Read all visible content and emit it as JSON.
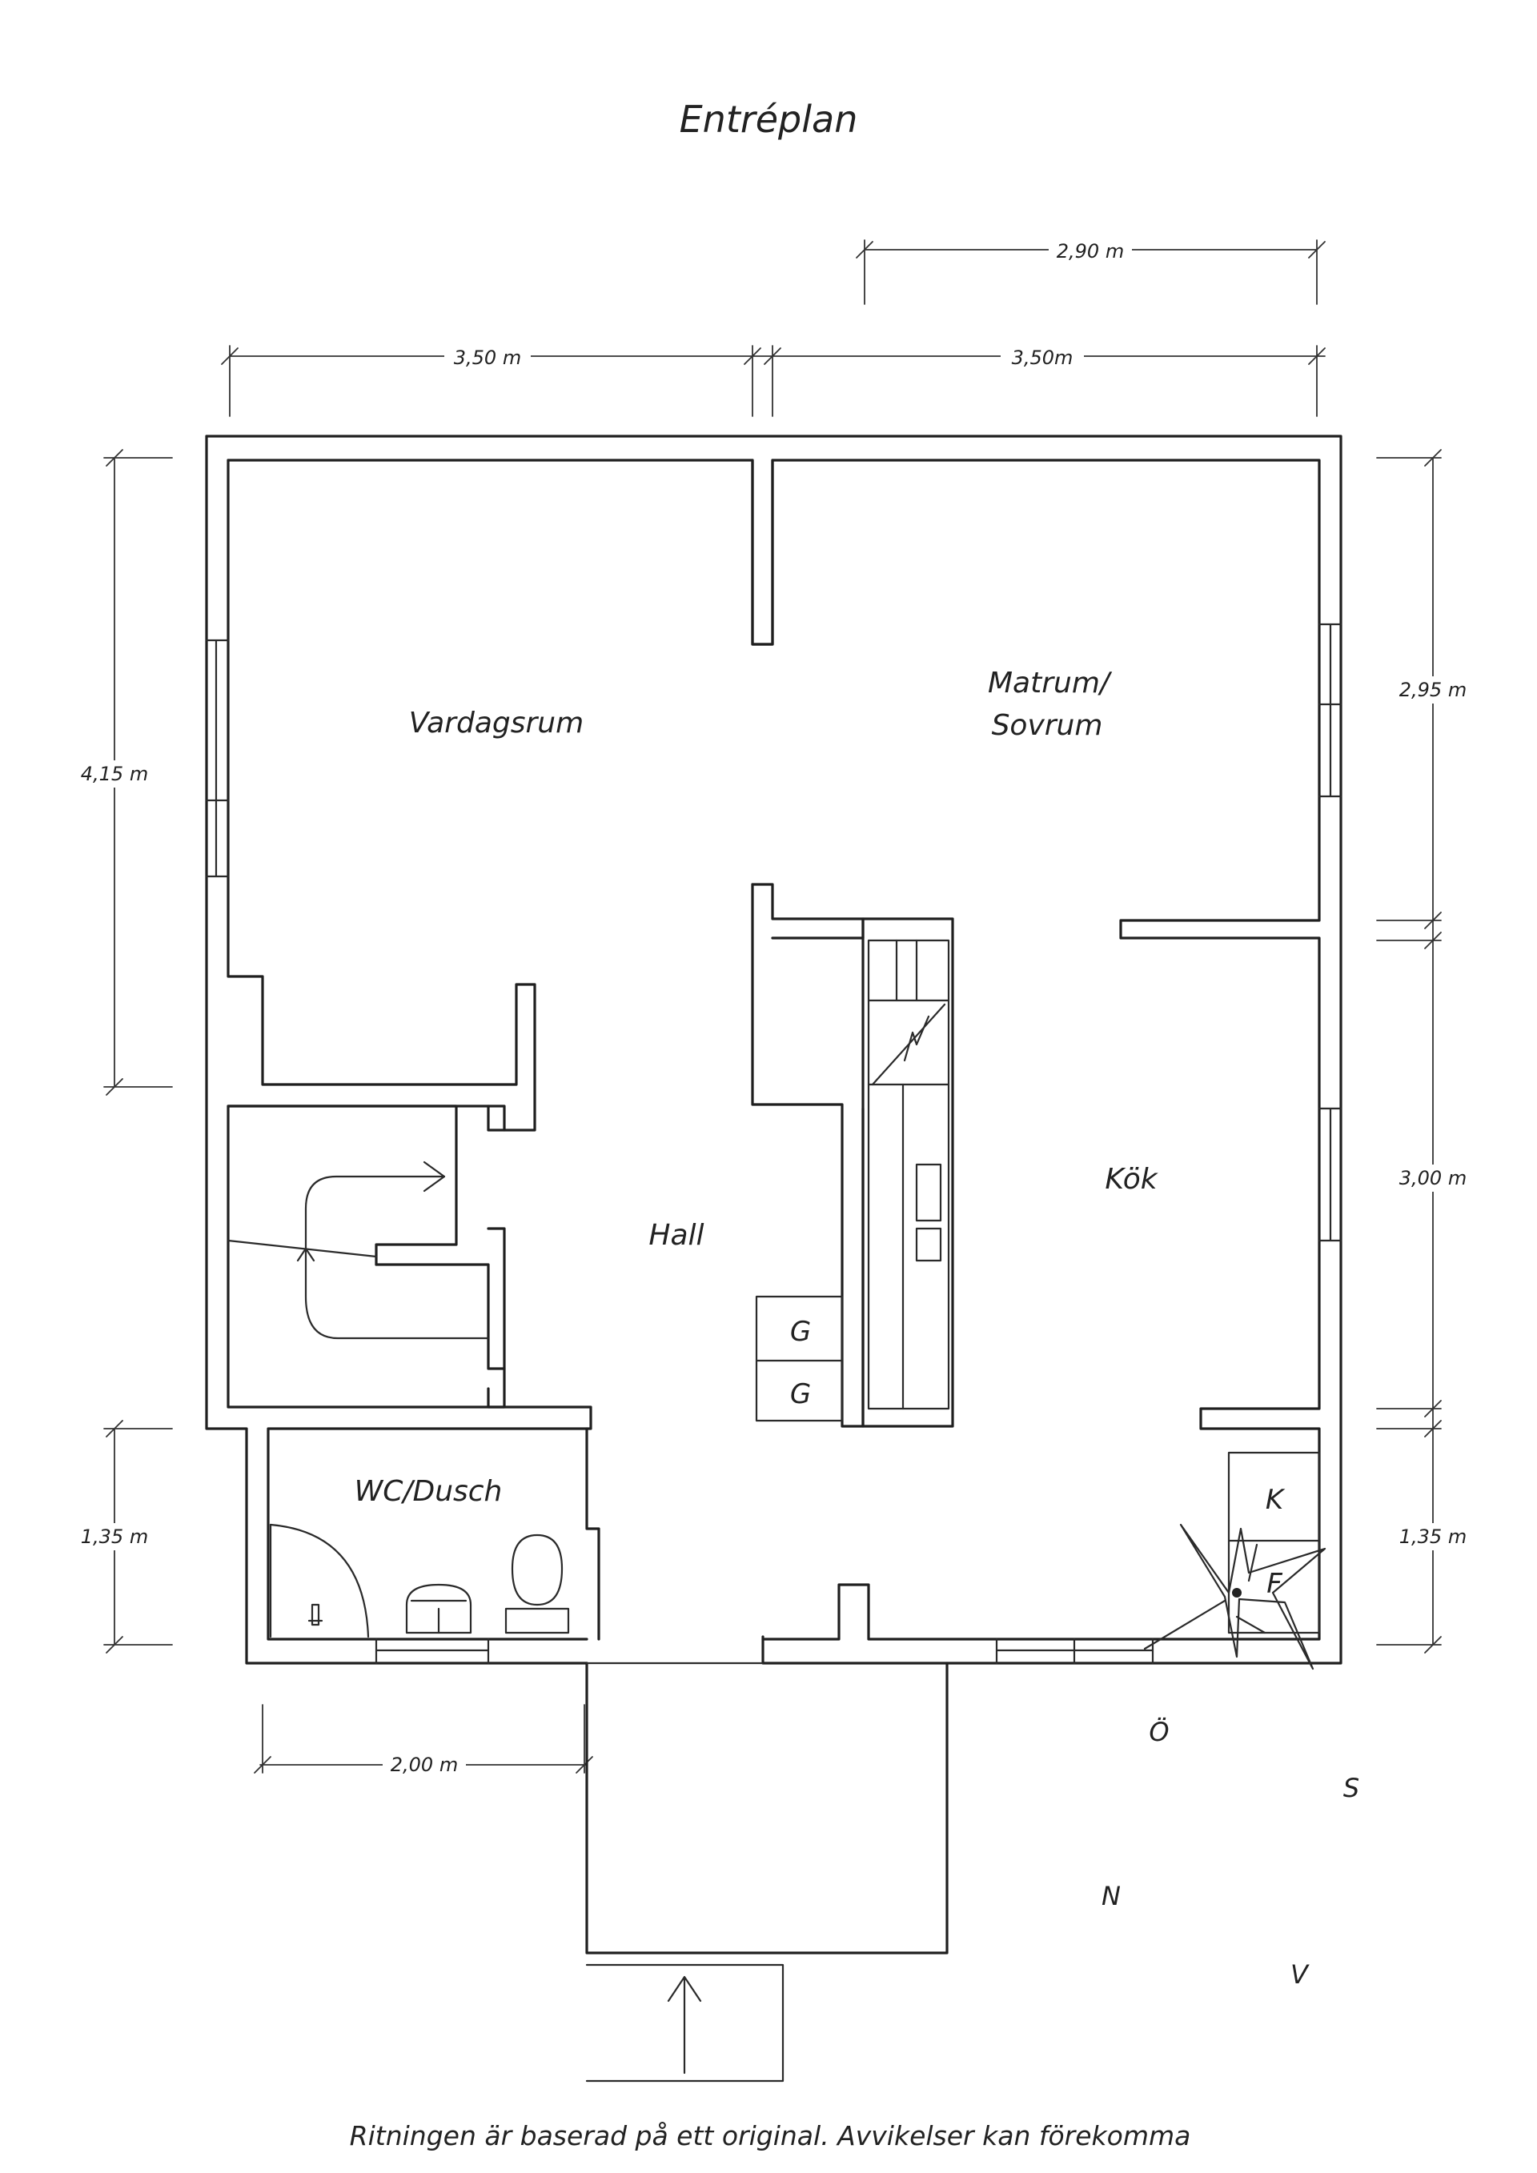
{
  "title": "Entréplan",
  "rooms": {
    "vardagsrum": "Vardagsrum",
    "matrum": "Matrum/",
    "sovrum": "Sovrum",
    "hall": "Hall",
    "kok": "Kök",
    "wc": "WC/Dusch"
  },
  "appliances": {
    "g1": "G",
    "g2": "G",
    "k": "K",
    "f": "F"
  },
  "dimensions": {
    "top_right": "2,90 m",
    "top_left": "3,50 m",
    "top_mid": "3,50m",
    "left_upper": "4,15 m",
    "left_lower": "1,35 m",
    "right_upper": "2,95 m",
    "right_middle": "3,00 m",
    "right_lower": "1,35 m",
    "bottom": "2,00 m"
  },
  "compass": {
    "o": "Ö",
    "s": "S",
    "n": "N",
    "v": "V"
  },
  "footer": "Ritningen är baserad på ett original. Avvikelser kan förekomma"
}
